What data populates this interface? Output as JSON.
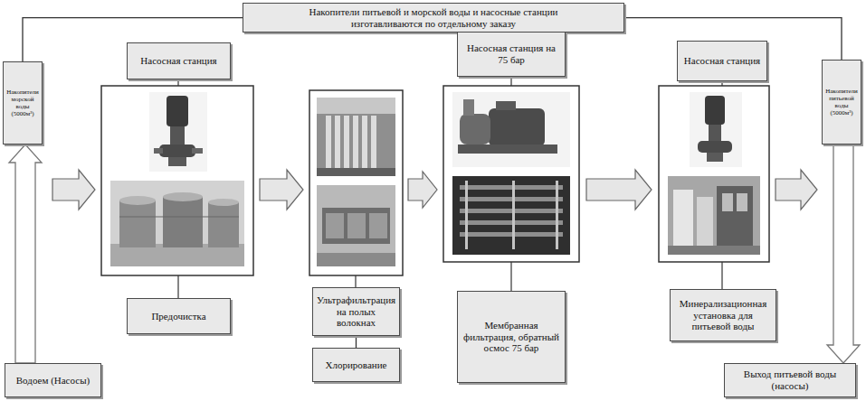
{
  "diagram": {
    "nodes": [
      {
        "text": [
          "Накопители питьевой и морской воды и насосные станции изготавливаются по отдельному заказу"
        ]
      },
      {
        "text": [
          "Накопители морской воды (5000м³)"
        ]
      },
      {
        "text": [
          "Насосная станция"
        ]
      },
      {
        "text": [
          "Предочистка"
        ]
      },
      {
        "text": [
          "Ультрафильтрация на полых волокнах"
        ]
      },
      {
        "text": [
          "Хлорирование"
        ]
      },
      {
        "text": [
          "Насосная станция на 75 бар"
        ]
      },
      {
        "text": [
          "Мембранная фильтрация, обратный осмос 75 бар"
        ]
      },
      {
        "text": [
          "Насосная станция"
        ]
      },
      {
        "text": [
          "Минерализационная установка для питьевой воды"
        ]
      },
      {
        "text": [
          "Накопители питьевой воды (5000м³)"
        ]
      },
      {
        "text": [
          "Водоем (Насосы)"
        ]
      },
      {
        "text": [
          "Выход питьевой воды (насосы)"
        ]
      }
    ],
    "edges": [
      {
        "from": 11,
        "to": 1,
        "arrow": "to"
      },
      {
        "from": 10,
        "to": 12,
        "arrow": "to"
      },
      {
        "from": 0,
        "to": 1,
        "arrow": "none"
      },
      {
        "from": 0,
        "to": 10,
        "arrow": "none"
      },
      {
        "from": 4,
        "to": 5,
        "arrow": "none"
      }
    ]
  }
}
